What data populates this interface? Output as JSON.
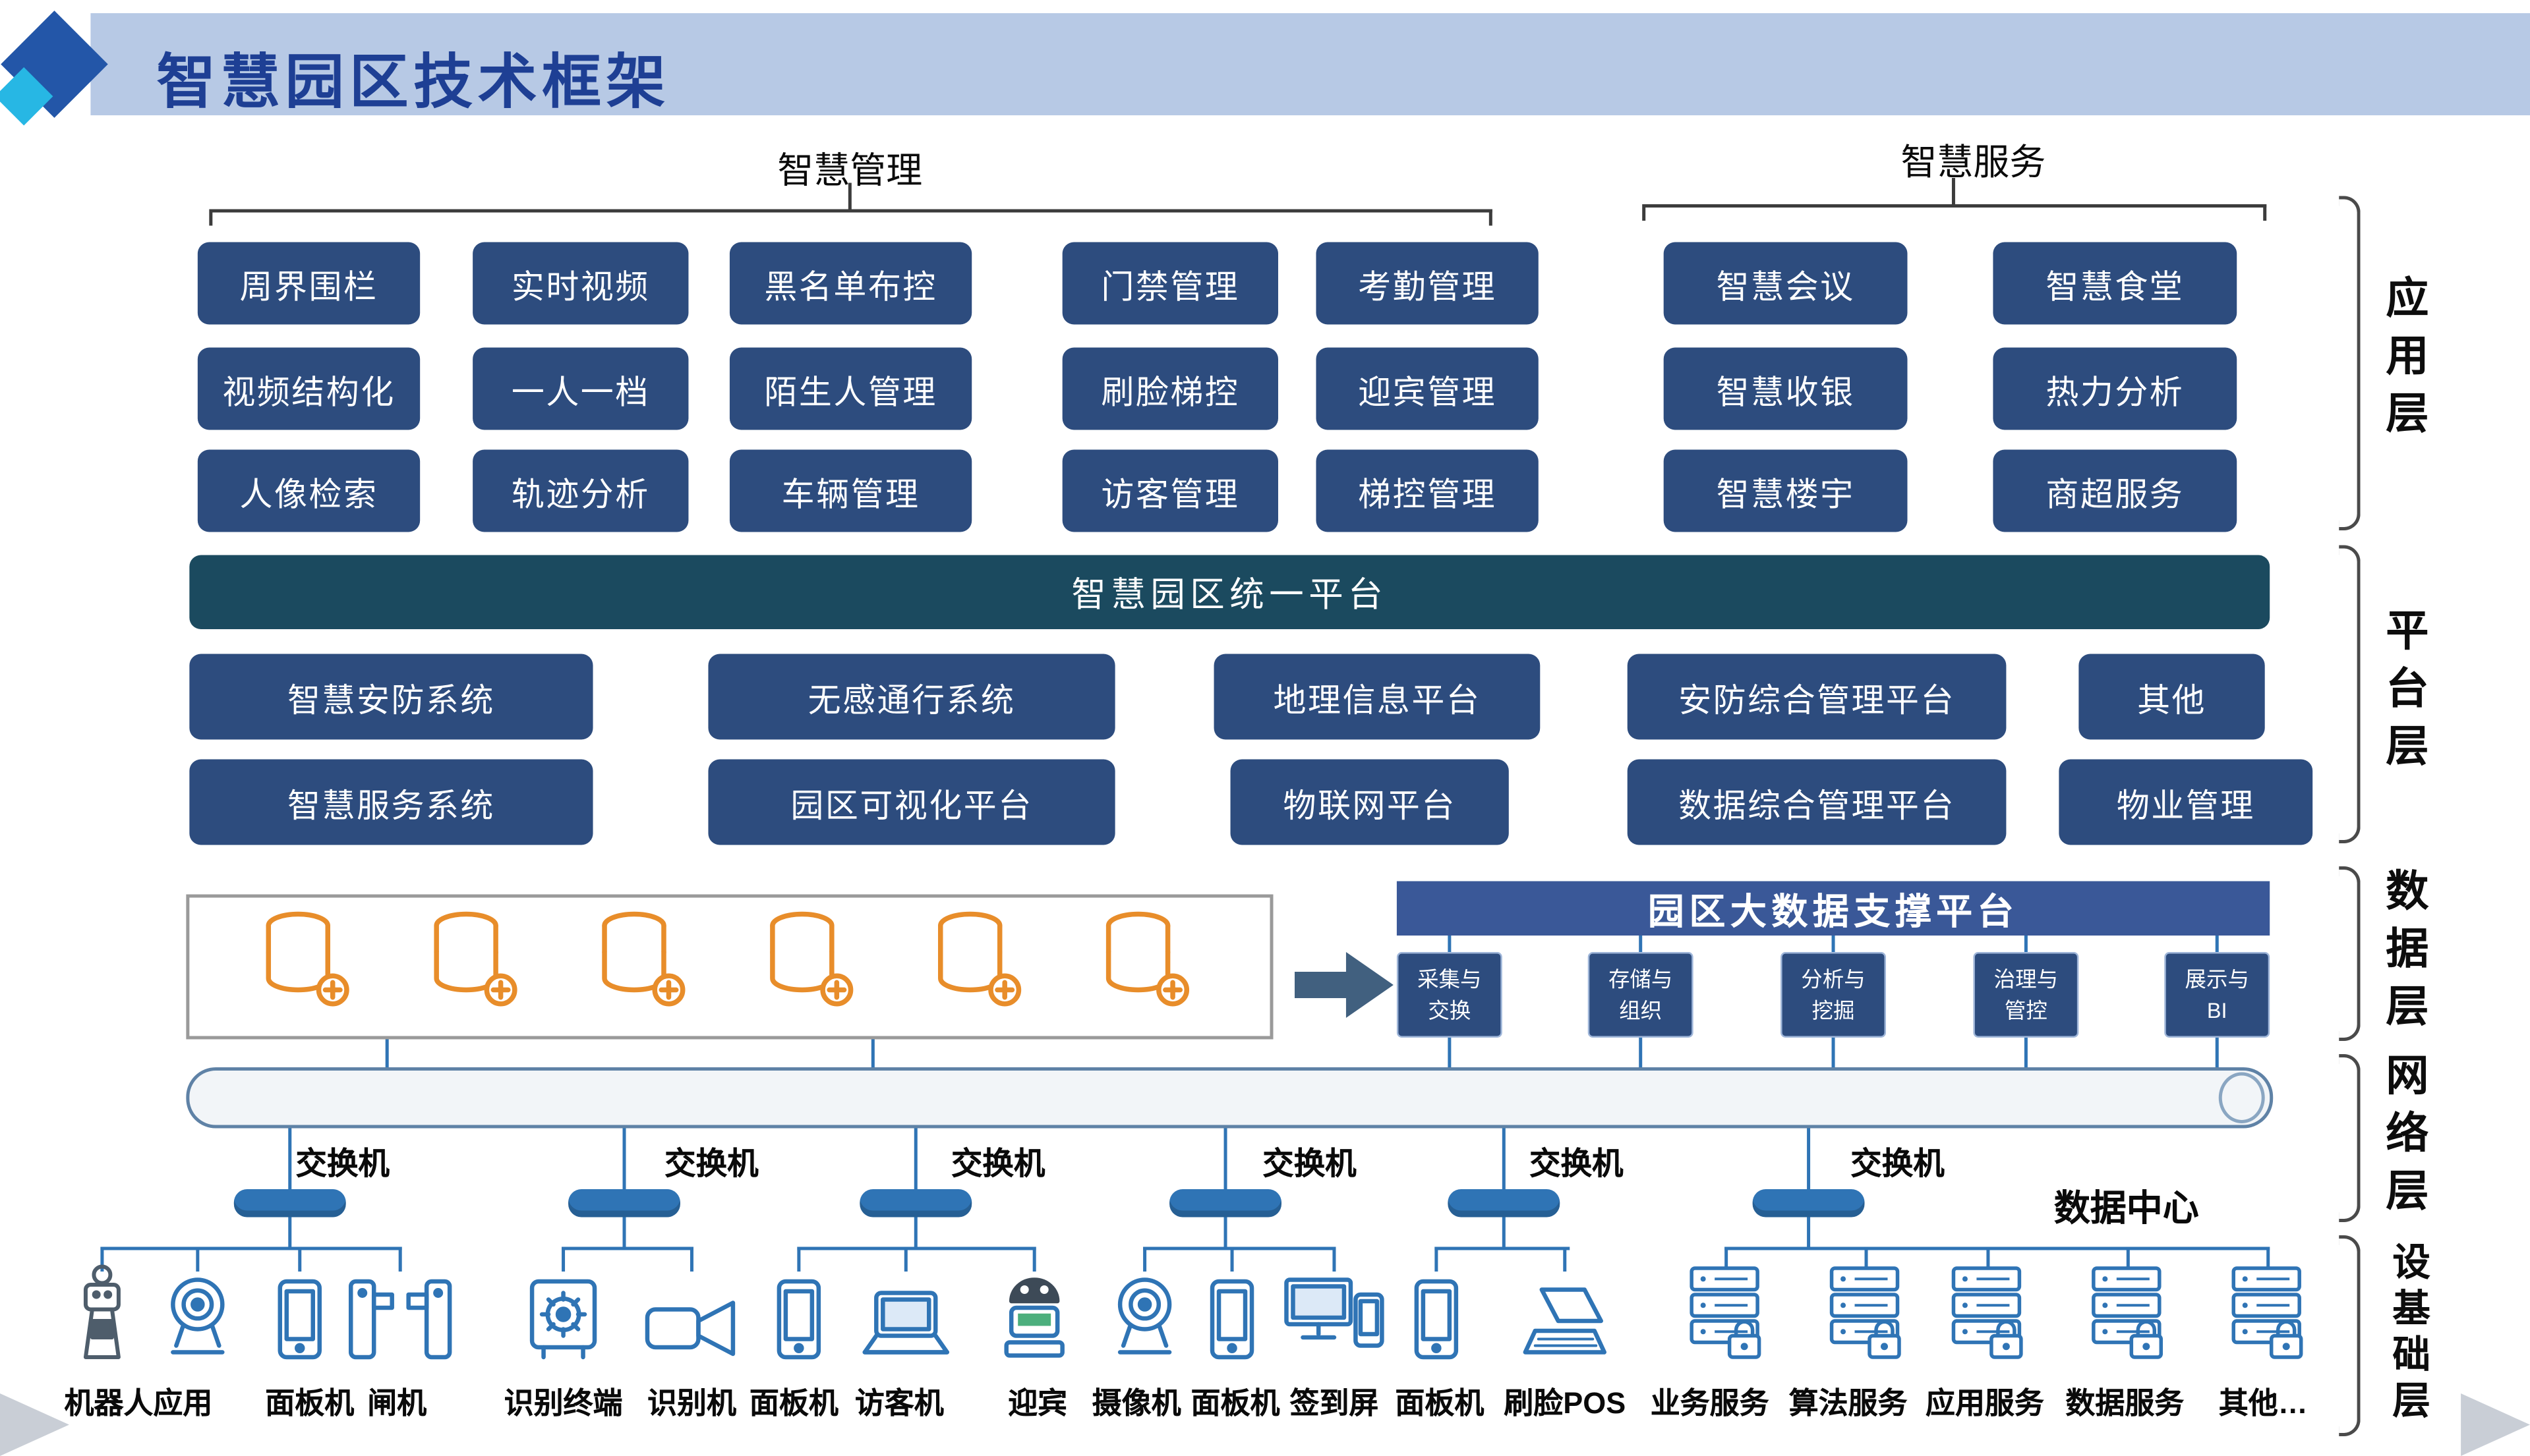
{
  "header": {
    "title": "智慧园区技术框架",
    "management_label": "智慧管理",
    "service_label": "智慧服务"
  },
  "app_layer": {
    "management": [
      "周界围栏",
      "实时视频",
      "黑名单布控",
      "门禁管理",
      "考勤管理",
      "视频结构化",
      "一人一档",
      "陌生人管理",
      "刷脸梯控",
      "迎宾管理",
      "人像检索",
      "轨迹分析",
      "车辆管理",
      "访客管理",
      "梯控管理"
    ],
    "service": [
      "智慧会议",
      "智慧食堂",
      "智慧收银",
      "热力分析",
      "智慧楼宇",
      "商超服务"
    ]
  },
  "platform_layer": {
    "unified_platform": "智慧园区统一平台",
    "row1": [
      "智慧安防系统",
      "无感通行系统",
      "地理信息平台",
      "安防综合管理平台",
      "其他"
    ],
    "row2": [
      "智慧服务系统",
      "园区可视化平台",
      "物联网平台",
      "数据综合管理平台",
      "物业管理"
    ]
  },
  "data_layer": {
    "bigdata_platform_title": "园区大数据支撑平台",
    "databases": [
      "database",
      "database",
      "database",
      "database",
      "database",
      "database"
    ],
    "modules": [
      {
        "line1": "采集与",
        "line2": "交换"
      },
      {
        "line1": "存储与",
        "line2": "组织"
      },
      {
        "line1": "分析与",
        "line2": "挖掘"
      },
      {
        "line1": "治理与",
        "line2": "管控"
      },
      {
        "line1": "展示与",
        "line2": "BI"
      }
    ]
  },
  "network_layer": {
    "switches": [
      "交换机",
      "交换机",
      "交换机",
      "交换机",
      "交换机",
      "交换机"
    ],
    "data_center_label": "数据中心"
  },
  "infrastructure": {
    "device_icons": [
      "robot-kiosk",
      "dome-camera",
      "panel-tablet",
      "gate",
      "recognition-terminal",
      "video-camera",
      "panel-tablet",
      "visitor-laptop",
      "welcome-robot",
      "dome-camera",
      "panel-tablet",
      "signin-screen",
      "panel-tablet",
      "pos-terminal",
      "server-rack",
      "server-rack",
      "server-rack",
      "server-rack",
      "server-rack"
    ],
    "device_labels": [
      "机器人应用",
      "面板机",
      "闸机",
      "识别终端",
      "识别机",
      "面板机",
      "访客机",
      "迎宾",
      "摄像机",
      "面板机",
      "签到屏",
      "面板机",
      "刷脸POS",
      "业务服务",
      "算法服务",
      "应用服务",
      "数据服务",
      "其他…"
    ]
  },
  "layer_labels": {
    "application": "应用层",
    "platform": "平台层",
    "data": "数据层",
    "network": "网络层",
    "infrastructure": "设基础层"
  },
  "colors": {
    "banner": "#b7c9e5",
    "title_text": "#1e3f94",
    "box_navy": "#2d4c7e",
    "unified_bar": "#1b4a5f",
    "bigdata_header": "#3a5898",
    "database_orange": "#e88d2a",
    "switch_blue": "#2f74b5",
    "connector_blue": "#2f74b5",
    "arrow_slate": "#41607f"
  }
}
